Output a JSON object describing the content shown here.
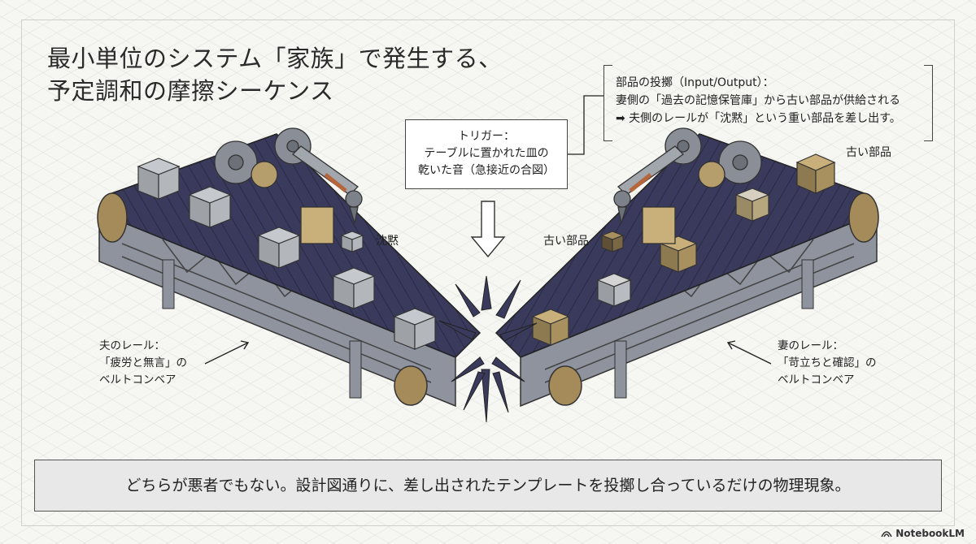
{
  "title": {
    "line1": "最小単位のシステム「家族」で発生する、",
    "line2": "予定調和の摩擦シーケンス"
  },
  "trigger": {
    "line1": "トリガー：",
    "line2": "テーブルに置かれた皿の",
    "line3": "乾いた音（急接近の合図）"
  },
  "io": {
    "line1": "部品の投擲（Input/Output）：",
    "line2": "妻側の「過去の記憶保管庫」から古い部品が供給される",
    "line3": "➡ 夫側のレールが「沈黙」という重い部品を差し出す。"
  },
  "labels": {
    "silence": "沈黙",
    "old_part_left": "古い部品",
    "old_part_top": "古い部品"
  },
  "husband": {
    "line1": "夫のレール：",
    "line2": "「疲労と無言」の",
    "line3": "ベルトコンベア"
  },
  "wife": {
    "line1": "妻のレール：",
    "line2": "「苛立ちと確認」の",
    "line3": "ベルトコンベア"
  },
  "bottom": "どちらが悪者でもない。設計図通りに、差し出されたテンプレートを投擲し合っているだけの物理現象。",
  "brand": "NotebookLM",
  "colors": {
    "belt": "#3a3a5c",
    "frame": "#8e939d",
    "cube_gray": "#a9adb2",
    "cube_brass": "#b69e6c",
    "gear": "#8a8f97"
  }
}
